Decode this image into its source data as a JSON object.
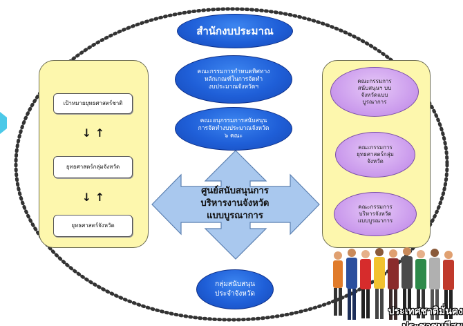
{
  "colors": {
    "title_oval": "#1f5fd8",
    "committee_oval": "#c998ec",
    "panel": "#fdf7ad",
    "cross_arrow": "#a9c8ee",
    "dotted_border": "#333333"
  },
  "diagram": {
    "title": "สำนักงบประมาณ",
    "center_ovals": [
      "คณะกรรมการกำหนดทิศทาง\nหลักเกณฑ์ในการจัดทำ\nงบประมาณจังหวัดฯ",
      "คณะอนุกรรมการสนับสนุน\nการจัดทำงบประมาณจังหวัด\n๖ คณะ"
    ],
    "center_hub": "ศูนย์สนับสนุนการ\nบริหารงานจังหวัด\nแบบบูรณาการ",
    "bottom_oval": "กลุ่มสนับสนุน\nประจำจังหวัด",
    "left_boxes": [
      "เป้าหมายยุทธศาสตร์ชาติ",
      "ยุทธศาสตร์กลุ่มจังหวัด",
      "ยุทธศาสตร์จังหวัด"
    ],
    "left_arrows": [
      "↓ ↑",
      "↓ ↑"
    ],
    "right_ovals": [
      "คณะกรรมการ\nสนับสนุนฯ บบ\nจังหวัดแบบ\nบูรณาการ",
      "คณะกรรมการ\nยุทธศาสตร์กลุ่ม\nจังหวัด",
      "คณะกรรมการ\nบริหารจังหวัด\nแบบบูรณาการ"
    ],
    "caption": "ประเทศชาติมั่นคง\nประชาชนมีสุข"
  }
}
